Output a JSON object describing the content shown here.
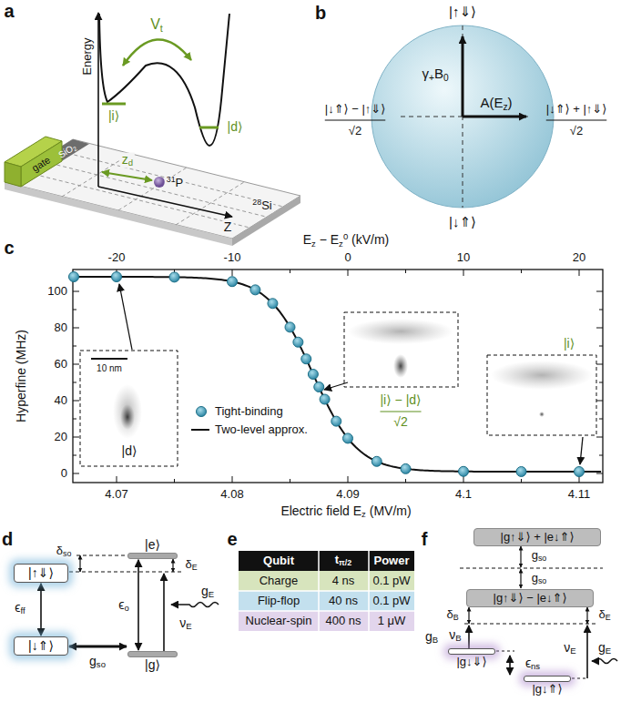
{
  "diagram": {
    "nodes": [
      {
        "text": [
          "|↑⇓⟩"
        ]
      },
      {
        "text": [
          "|↓⇑⟩"
        ]
      },
      {
        "text": [
          "|e⟩"
        ]
      },
      {
        "text": [
          "|g⟩"
        ]
      },
      {
        "text": [
          "|g↑⇓⟩ + |e↓⇑⟩"
        ]
      },
      {
        "text": [
          "|g↑⇓⟩ − |e↓⇑⟩"
        ]
      },
      {
        "text": [
          "|g↓⇓⟩"
        ]
      },
      {
        "text": [
          "|g↓⇑⟩"
        ]
      }
    ],
    "edges": [
      {
        "from": 0,
        "to": 1,
        "arrow": "both",
        "label": "ϵff"
      },
      {
        "from": 1,
        "to": 3,
        "arrow": "both",
        "label": "gso"
      },
      {
        "from": 3,
        "to": 2,
        "arrow": "both",
        "label": "ϵo"
      },
      {
        "from": 6,
        "to": 7,
        "arrow": "both",
        "label": "ϵns"
      }
    ],
    "labels": [
      "a",
      "Energy",
      "|i⟩",
      "|d⟩",
      "Vt",
      "gate",
      "SiO2",
      "zd",
      "31P",
      "Z",
      "28Si",
      "b",
      "|↑⇓⟩",
      "|↓⇑⟩",
      "|↓⇑⟩ − |↑⇓⟩",
      "√2",
      "|↓⇑⟩ + |↑⇓⟩",
      "√2",
      "γ+B0",
      "A(Ez)",
      "c",
      "Ez − Ez0 (kV/m)",
      "-20",
      "-10",
      "0",
      "10",
      "20",
      "Hyperfine (MHz)",
      "100",
      "80",
      "60",
      "40",
      "20",
      "0",
      "4.07",
      "4.08",
      "4.09",
      "4.1",
      "4.11",
      "Electric field Ez (MV/m)",
      "10 nm",
      "|d⟩",
      "|i⟩ − |d⟩",
      "√2",
      "|i⟩",
      "d",
      "δso",
      "δE",
      "νE",
      "gE",
      "e",
      "Qubit",
      "tπ/2",
      "Power",
      "Charge",
      "4 ns",
      "0.1 pW",
      "Flip-flop",
      "40 ns",
      "0.1 pW",
      "Nuclear-spin",
      "400 ns",
      "1 μW",
      "f",
      "gso",
      "gso",
      "δB",
      "δE",
      "νB",
      "gB",
      "νE",
      "gE"
    ],
    "legend": [
      {
        "text": "Tight-binding"
      },
      {
        "text": "Two-level approx."
      }
    ]
  }
}
